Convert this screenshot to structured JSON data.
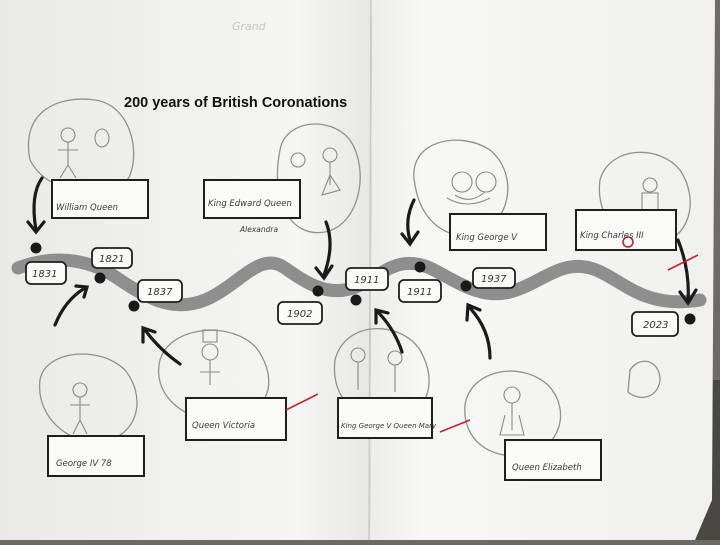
{
  "worksheet": {
    "title": "200 years of British Coronations",
    "corner_scribble": "Grand"
  },
  "year_labels": {
    "y1831": "1831",
    "y1821": "1821",
    "y1837": "1837",
    "y1902": "1902",
    "y1911_top": "1911",
    "y1911_bottom": "1911",
    "y1937": "1937",
    "y2023": "2023"
  },
  "monarch_labels": {
    "william": "William Queen",
    "edward": "King Edward Queen",
    "edward_sub": "Alexandra",
    "george_v": "King George V",
    "charles": "King Charles III",
    "george_iv": "George IV 78",
    "victoria": "Queen Victoria",
    "george_mary": "King George V Queen Mary",
    "elizabeth": "Queen Elizabeth"
  },
  "colors": {
    "paper": "#f4f4f2",
    "wave": "#8a8a8a",
    "ink": "#1d1d1d",
    "pencil": "#8c8c8c",
    "red_pen": "#c8222a"
  }
}
